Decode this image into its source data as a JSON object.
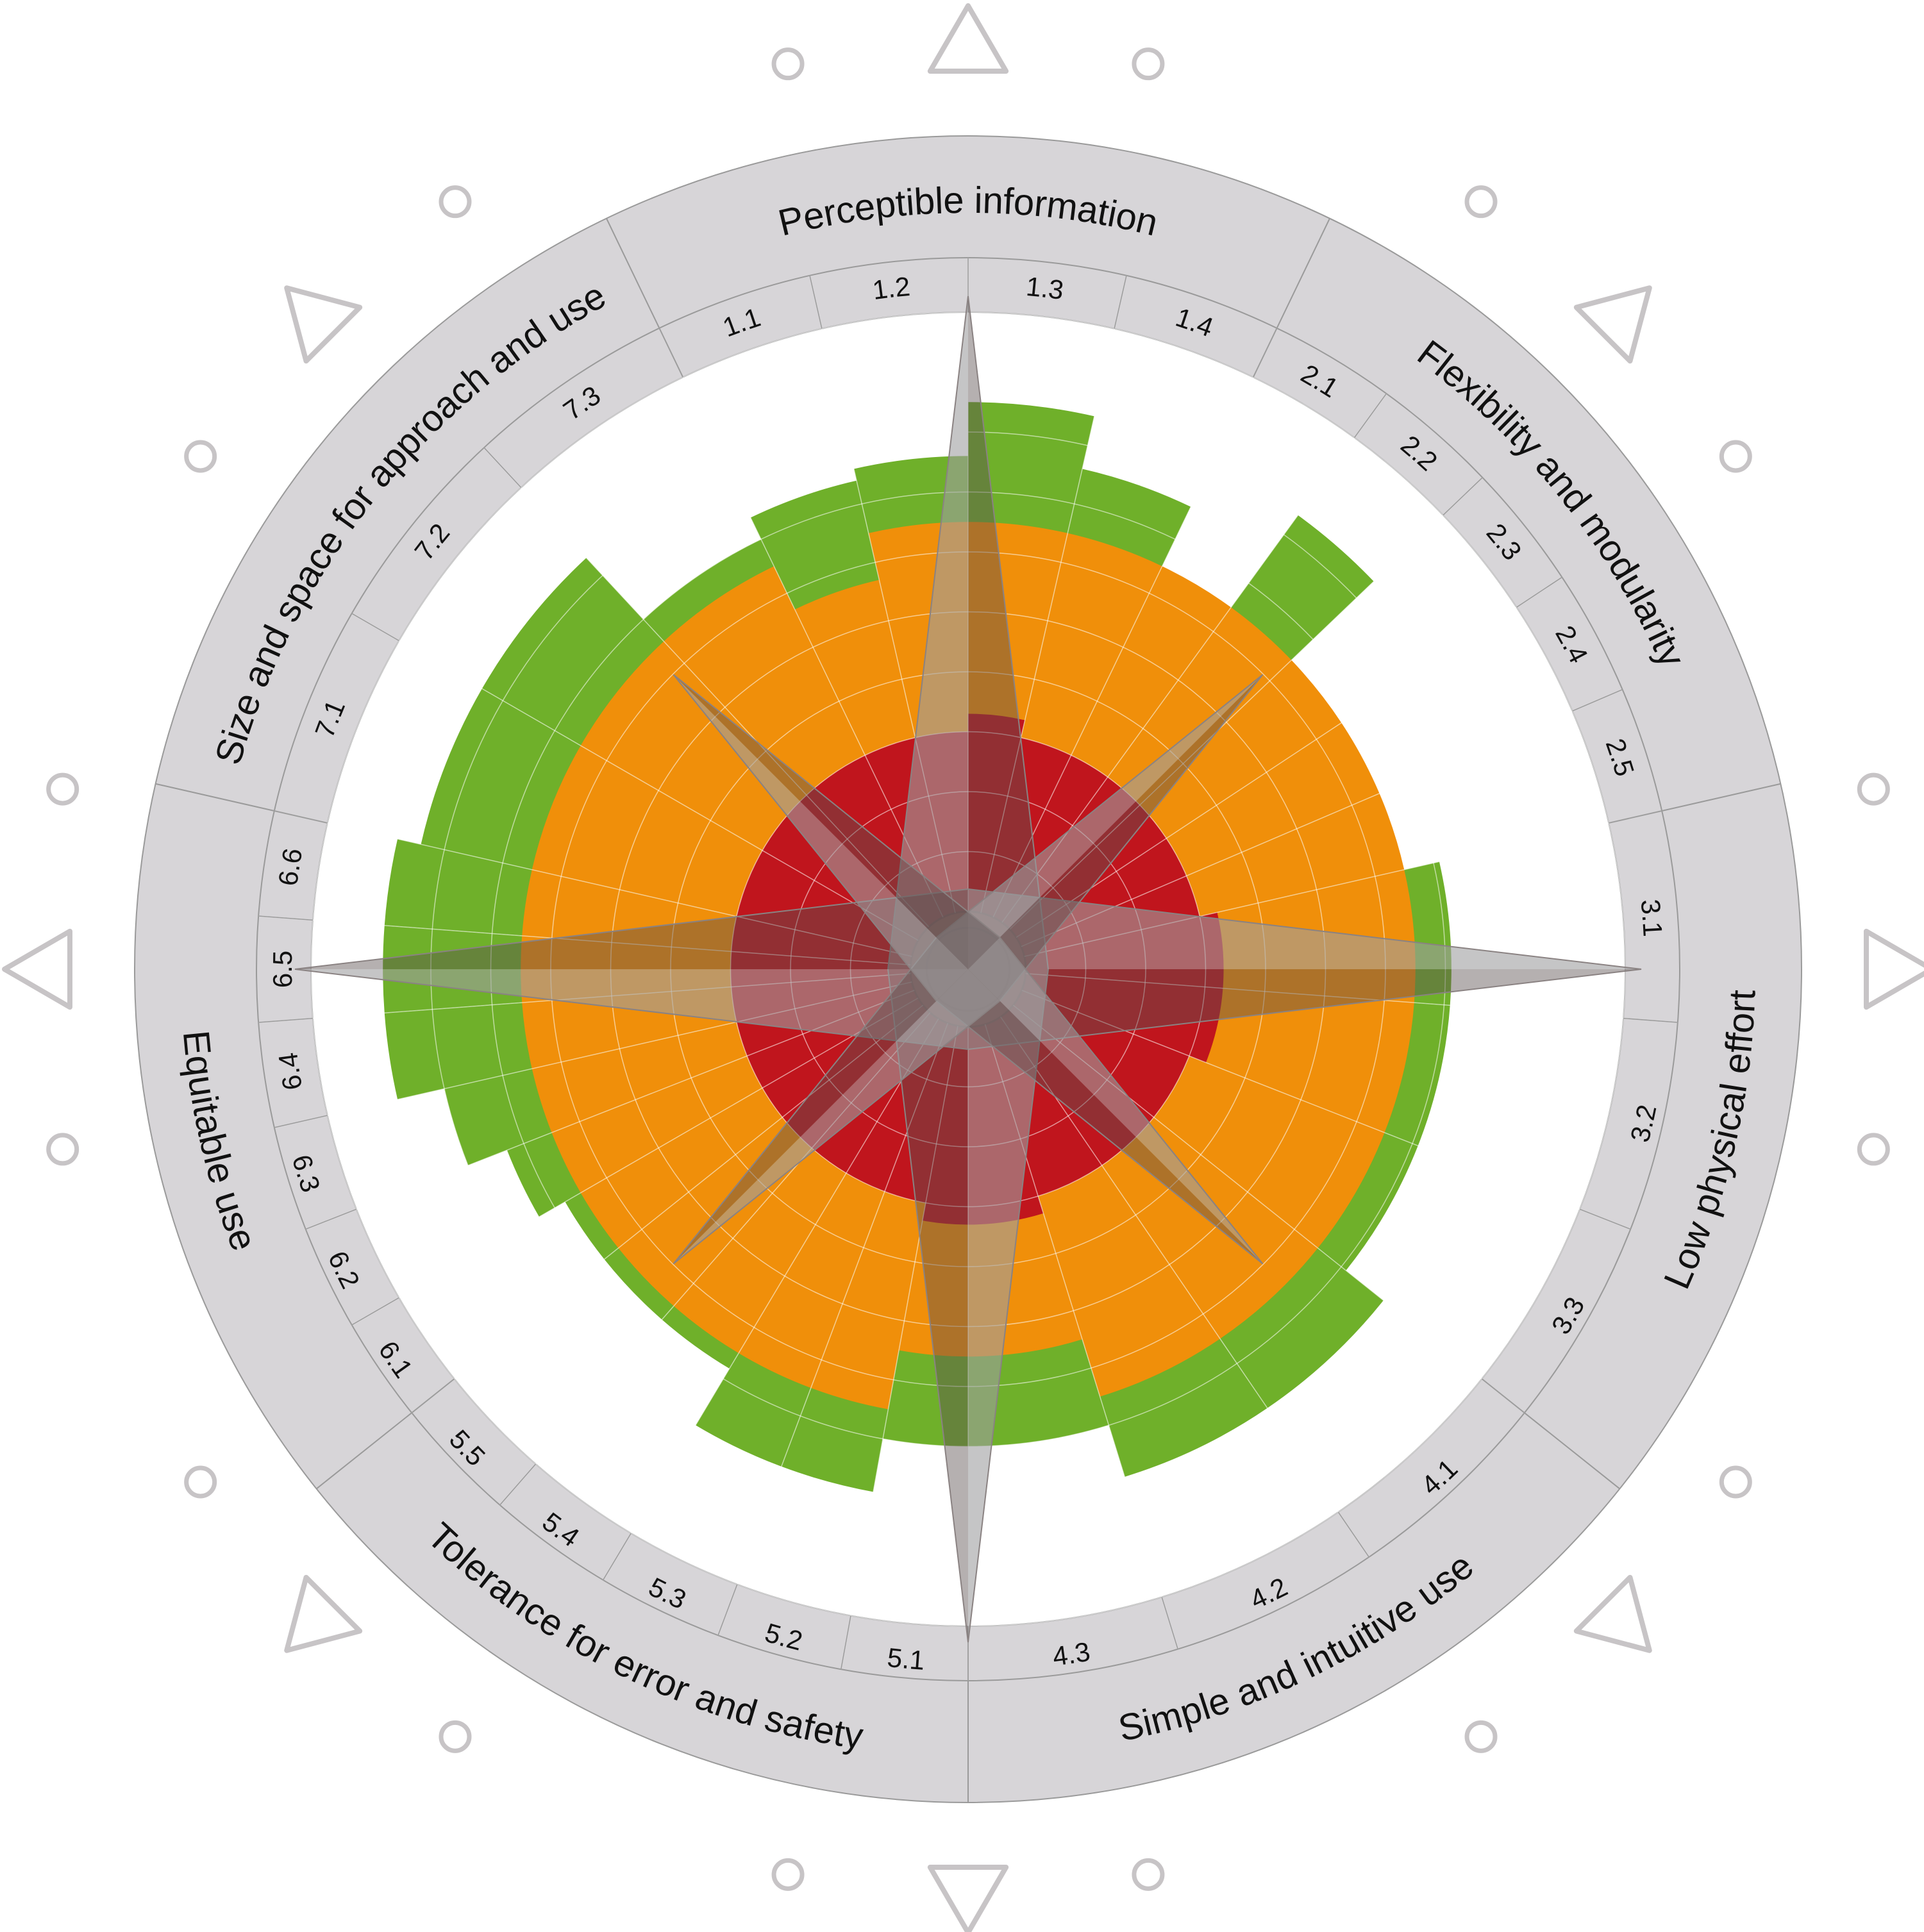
{
  "chart_data": {
    "type": "polar-bar",
    "title": "",
    "categories": [
      {
        "name": "Perceptible information",
        "items": [
          "1.1",
          "1.2",
          "1.3",
          "1.4"
        ]
      },
      {
        "name": "Flexibility and modularity",
        "items": [
          "2.1",
          "2.2",
          "2.3",
          "2.4",
          "2.5"
        ]
      },
      {
        "name": "Low physical effort",
        "items": [
          "3.1",
          "3.2",
          "3.3"
        ]
      },
      {
        "name": "Simple and intuitive use",
        "items": [
          "4.1",
          "4.2",
          "4.3"
        ]
      },
      {
        "name": "Tolerance for error and safety",
        "items": [
          "5.1",
          "5.2",
          "5.3",
          "5.4",
          "5.5"
        ]
      },
      {
        "name": "Equitable use",
        "items": [
          "6.1",
          "6.2",
          "6.3",
          "6.4",
          "6.5",
          "6.6"
        ]
      },
      {
        "name": "Size and space for approach and use",
        "items": [
          "7.1",
          "7.2",
          "7.3"
        ]
      }
    ],
    "scale": {
      "min": 0,
      "max": 10,
      "rings": 10
    },
    "series": [
      {
        "key": "green",
        "values": [
          [
            7.4,
            7.6,
            8.5,
            7.6
          ],
          [
            6.3,
            8.4,
            6.3,
            6.3,
            6.3
          ],
          [
            7.1,
            7.1,
            7.1
          ],
          [
            7.9,
            7.9,
            7.0
          ],
          [
            7.0,
            7.9,
            7.9,
            6.8,
            6.8
          ],
          [
            6.8,
            7.3,
            8.0,
            8.8,
            8.8,
            8.8
          ],
          [
            8.4,
            8.4,
            7.0
          ]
        ]
      },
      {
        "key": "orange",
        "values": [
          [
            5.7,
            6.5,
            6.5,
            6.5
          ],
          [
            6.5,
            6.5,
            6.5,
            6.5,
            6.5
          ],
          [
            6.5,
            6.5,
            6.5
          ],
          [
            6.5,
            6.5,
            5.5
          ],
          [
            5.5,
            6.5,
            6.5,
            6.5,
            6.5
          ],
          [
            6.5,
            6.5,
            6.5,
            6.5,
            6.5,
            6.5
          ],
          [
            6.5,
            6.5,
            6.5
          ]
        ]
      },
      {
        "key": "red",
        "values": [
          [
            3.0,
            3.0,
            3.3,
            3.0
          ],
          [
            3.0,
            3.0,
            3.0,
            3.0,
            3.0
          ],
          [
            3.3,
            3.3,
            3.0
          ],
          [
            3.0,
            3.0,
            3.3
          ],
          [
            3.3,
            3.0,
            3.0,
            3.0,
            3.0
          ],
          [
            3.0,
            3.0,
            3.0,
            3.0,
            3.0,
            3.0
          ],
          [
            3.0,
            3.0,
            3.0
          ]
        ]
      }
    ],
    "colors": {
      "green": "#6fb02a",
      "orange": "#f08f0a",
      "red": "#c0151d",
      "band": "#d7d5d8",
      "gridline": "#bdbdbd",
      "star_light": "#9e9ea0",
      "star_dark": "#5a5050",
      "ornament": "#c7c4c6"
    },
    "grid": true,
    "legend": "none"
  }
}
